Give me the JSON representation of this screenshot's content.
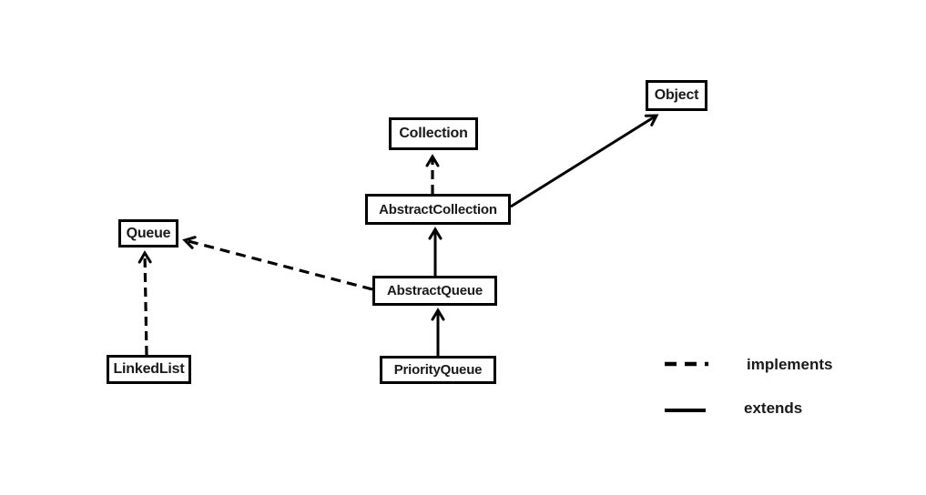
{
  "diagram": {
    "type": "class-hierarchy",
    "nodes": [
      {
        "id": "object",
        "label": "Object"
      },
      {
        "id": "collection",
        "label": "Collection"
      },
      {
        "id": "abstract-collection",
        "label": "AbstractCollection"
      },
      {
        "id": "queue",
        "label": "Queue"
      },
      {
        "id": "abstract-queue",
        "label": "AbstractQueue"
      },
      {
        "id": "priority-queue",
        "label": "PriorityQueue"
      },
      {
        "id": "linked-list",
        "label": "LinkedList"
      }
    ],
    "edges": [
      {
        "from": "AbstractCollection",
        "to": "Collection",
        "type": "implements",
        "style": "dashed"
      },
      {
        "from": "AbstractCollection",
        "to": "Object",
        "type": "extends",
        "style": "solid"
      },
      {
        "from": "AbstractQueue",
        "to": "AbstractCollection",
        "type": "extends",
        "style": "solid"
      },
      {
        "from": "AbstractQueue",
        "to": "Queue",
        "type": "implements",
        "style": "dashed"
      },
      {
        "from": "PriorityQueue",
        "to": "AbstractQueue",
        "type": "extends",
        "style": "solid"
      },
      {
        "from": "LinkedList",
        "to": "Queue",
        "type": "implements",
        "style": "dashed"
      }
    ],
    "legend": [
      {
        "style": "dashed",
        "label": "implements"
      },
      {
        "style": "solid",
        "label": "extends"
      }
    ],
    "colors": {
      "background": "#ffffff",
      "line": "#000000",
      "box_border": "#000000",
      "text": "#1a1a1a"
    }
  }
}
